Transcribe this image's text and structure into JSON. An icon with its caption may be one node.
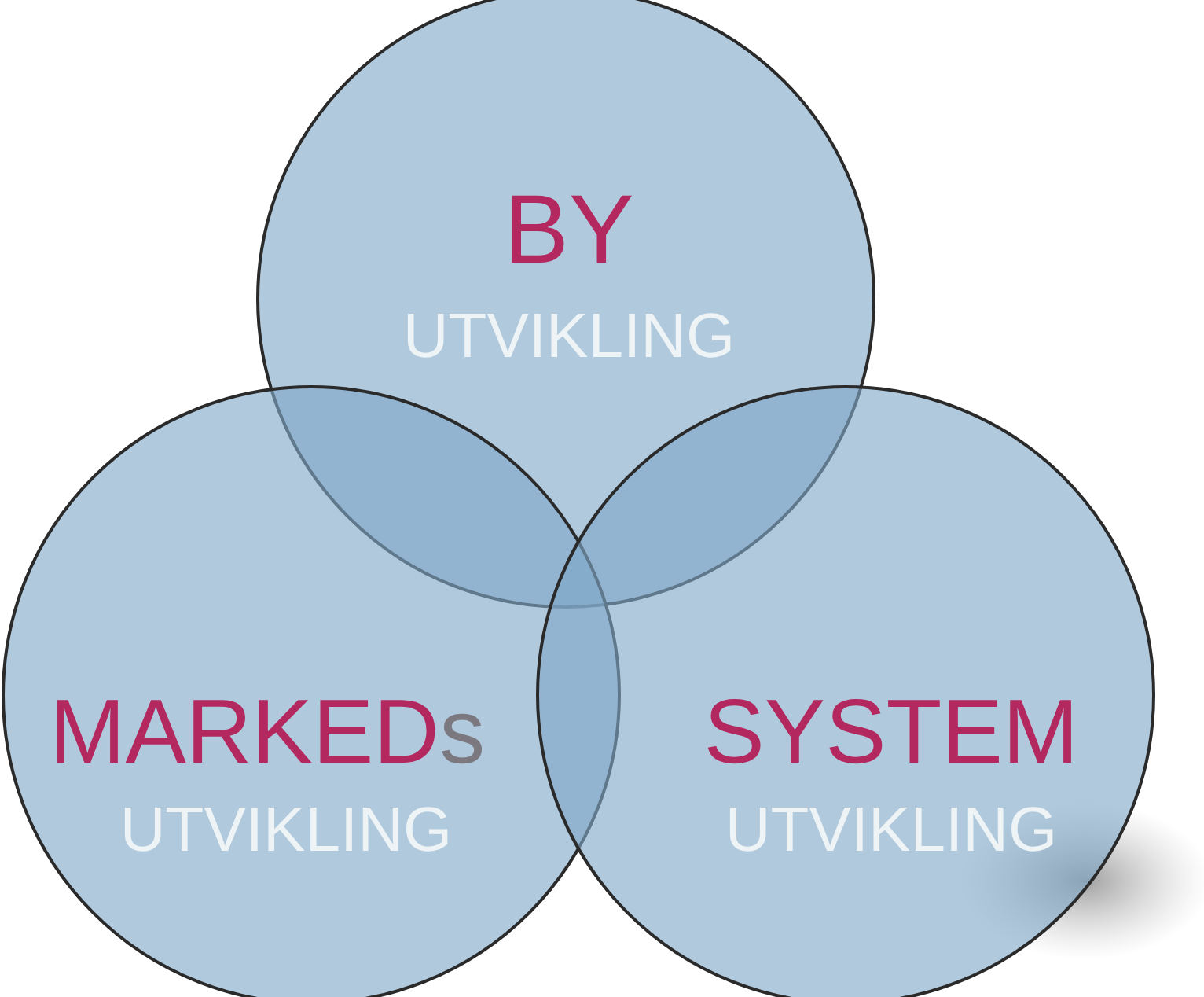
{
  "diagram": {
    "nodes": [
      {
        "text": [
          "BY",
          "UTVIKLING"
        ]
      },
      {
        "text": [
          "MARKEDs",
          "UTVIKLING"
        ]
      },
      {
        "text": [
          "SYSTEM",
          "UTVIKLING"
        ]
      }
    ],
    "edges": []
  }
}
